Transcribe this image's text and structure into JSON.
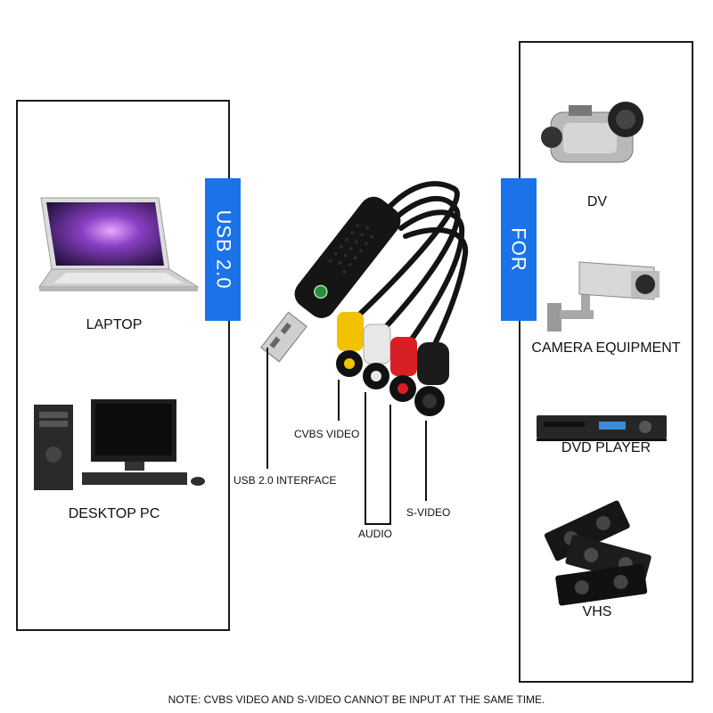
{
  "left_panel": {
    "tag": "USB 2.0",
    "devices": [
      {
        "label": "LAPTOP",
        "icon": "laptop-icon"
      },
      {
        "label": "DESKTOP PC",
        "icon": "desktop-pc-icon"
      }
    ]
  },
  "right_panel": {
    "tag": "FOR",
    "devices": [
      {
        "label": "DV",
        "icon": "camcorder-icon"
      },
      {
        "label": "CAMERA EQUIPMENT",
        "icon": "security-camera-icon"
      },
      {
        "label": "DVD PLAYER",
        "icon": "dvd-player-icon"
      },
      {
        "label": "VHS",
        "icon": "vhs-tapes-icon"
      }
    ]
  },
  "connectors": {
    "usb": "USB 2.0 INTERFACE",
    "cvbs": "CVBS VIDEO",
    "audio": "AUDIO",
    "svideo": "S-VIDEO"
  },
  "note": "NOTE: CVBS VIDEO AND S-VIDEO CANNOT BE INPUT AT THE SAME TIME.",
  "colors": {
    "tag_blue": "#1a73e8",
    "rca_yellow": "#f2c200",
    "rca_white": "#e8e8e8",
    "rca_red": "#d81f26",
    "cable_black": "#141414"
  }
}
